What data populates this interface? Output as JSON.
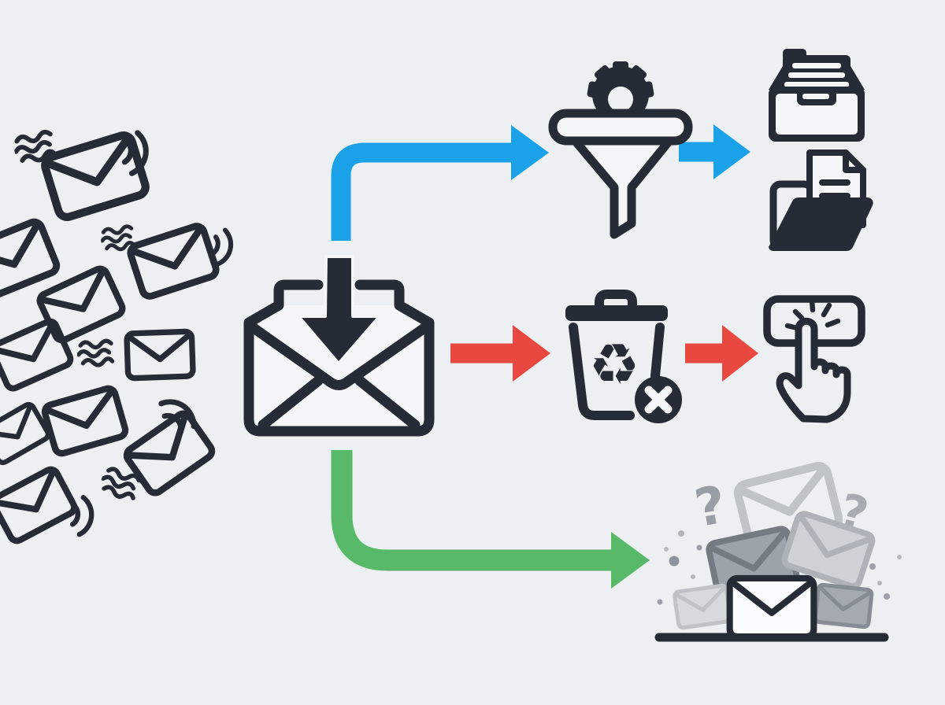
{
  "illustration": {
    "title": "email-triage-flow",
    "background": "#edf0f2"
  },
  "colors": {
    "background": "#edf0f2",
    "ink": "#262c35",
    "paper": "#f4f6f8",
    "blue": "#1aa1e8",
    "red": "#e94840",
    "green": "#58ba68",
    "gray_outline": "#bfc4c9",
    "gray_mid": "#9da3aa",
    "gray_light": "#ced2d6",
    "gray_question_left": "#989ea5",
    "gray_question_right": "#a6acb2"
  },
  "glyphs": {
    "question_mark": "?",
    "recycle": "♻"
  },
  "nodes": {
    "incoming_emails": {
      "icon": "flying-envelopes",
      "count": 10
    },
    "inbox": {
      "icon": "inbox-envelope-download-arrow"
    },
    "filter": {
      "icon": "funnel-with-gear"
    },
    "archive": {
      "icon": "archive-drawer-box"
    },
    "folder": {
      "icon": "open-folder-with-document"
    },
    "trash": {
      "icon": "trash-can-recycle-x"
    },
    "click_action": {
      "icon": "button-with-clicking-hand"
    },
    "unsorted_pile": {
      "icon": "gray-envelope-pile-question-marks"
    }
  },
  "edges": [
    {
      "from": "inbox",
      "to": "filter",
      "color_ref": "blue"
    },
    {
      "from": "filter",
      "to": "archive",
      "color_ref": "blue"
    },
    {
      "from": "inbox",
      "to": "trash",
      "color_ref": "red"
    },
    {
      "from": "trash",
      "to": "click_action",
      "color_ref": "red"
    },
    {
      "from": "inbox",
      "to": "unsorted_pile",
      "color_ref": "green"
    }
  ]
}
